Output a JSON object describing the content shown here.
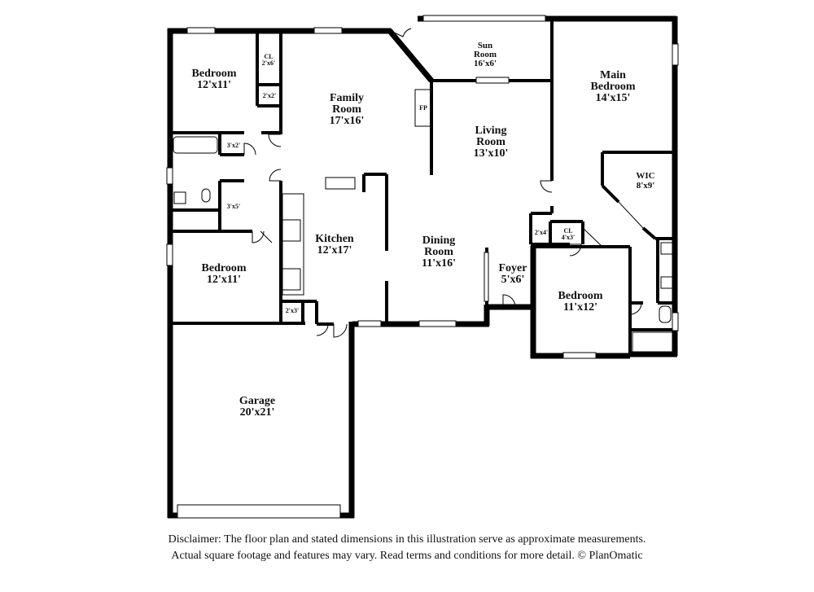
{
  "rooms": {
    "bedroom_nw": {
      "name": "Bedroom",
      "dims": "12'x11'"
    },
    "closet_nw": {
      "name": "CL",
      "dims": "2'x6'"
    },
    "closet_small_nw": {
      "dims": "2'x2'"
    },
    "closet_hall_top": {
      "dims": "3'x2'"
    },
    "closet_hall_mid": {
      "dims": "3'x5'"
    },
    "family_room": {
      "name1": "Family",
      "name2": "Room",
      "dims": "17'x16'"
    },
    "fireplace": {
      "name": "FP"
    },
    "sun_room": {
      "name1": "Sun",
      "name2": "Room",
      "dims": "16'x6'"
    },
    "living_room": {
      "name1": "Living",
      "name2": "Room",
      "dims": "13'x10'"
    },
    "main_bedroom": {
      "name1": "Main",
      "name2": "Bedroom",
      "dims": "14'x15'"
    },
    "wic": {
      "name": "WIC",
      "dims": "8'x9'"
    },
    "kitchen": {
      "name": "Kitchen",
      "dims": "12'x17'"
    },
    "dining_room": {
      "name1": "Dining",
      "name2": "Room",
      "dims": "11'x16'"
    },
    "bedroom_sw": {
      "name": "Bedroom",
      "dims": "12'x11'"
    },
    "pantry": {
      "dims": "2'x3'"
    },
    "foyer": {
      "name": "Foyer",
      "dims": "5'x6'"
    },
    "closet_foyer": {
      "dims": "2'x4'"
    },
    "closet_bed_se": {
      "name": "CL",
      "dims": "4'x3'"
    },
    "bedroom_se": {
      "name": "Bedroom",
      "dims": "11'x12'"
    },
    "garage": {
      "name": "Garage",
      "dims": "20'x21'"
    }
  },
  "disclaimer": {
    "line1": "Disclaimer: The floor plan and stated dimensions in this illustration serve as approximate measurements.",
    "line2": "Actual square footage and features may vary. Read terms and conditions for more detail. © PlanOmatic"
  }
}
